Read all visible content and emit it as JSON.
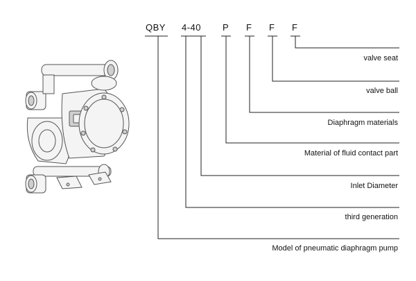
{
  "model_code": {
    "segments": [
      "QBY",
      "4-40",
      "P",
      "F",
      "F",
      "F"
    ]
  },
  "labels": [
    "valve seat",
    "valve ball",
    "Diaphragm materials",
    "Material of fluid contact part",
    "Inlet Diameter",
    "third generation",
    "Model of pneumatic diaphragm pump"
  ],
  "image": {
    "icon": "diaphragm-pump-illustration"
  }
}
